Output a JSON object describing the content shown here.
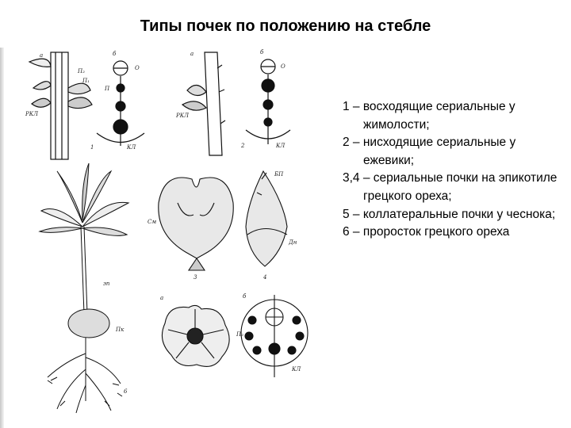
{
  "title": "Типы почек по положению на стебле",
  "legend": [
    "1 – восходящие сериальные у жимолости;",
    "2 – нисходящие сериальные у ежевики;",
    "3,4 – сериальные почки на эпикотиле грецкого ореха;",
    "5 – коллатеральные почки у чеснока;",
    "6 – проросток грецкого ореха"
  ],
  "figure": {
    "labels": {
      "panel1a": "а",
      "panel1b": "б",
      "panel2a": "а",
      "panel2b": "б",
      "num1": "1",
      "num2": "2",
      "num3": "3",
      "num4": "4",
      "num5a": "а",
      "num5b": "б",
      "num6": "6",
      "o": "О",
      "p": "П",
      "p1": "П₁",
      "p2": "П₂",
      "kl": "КЛ",
      "rkl": "РКЛ",
      "ep": "эп",
      "pk": "Пк",
      "sm": "См",
      "bp": "БП",
      "dn": "Дн"
    }
  },
  "colors": {
    "ink": "#111111",
    "background": "#ffffff"
  }
}
